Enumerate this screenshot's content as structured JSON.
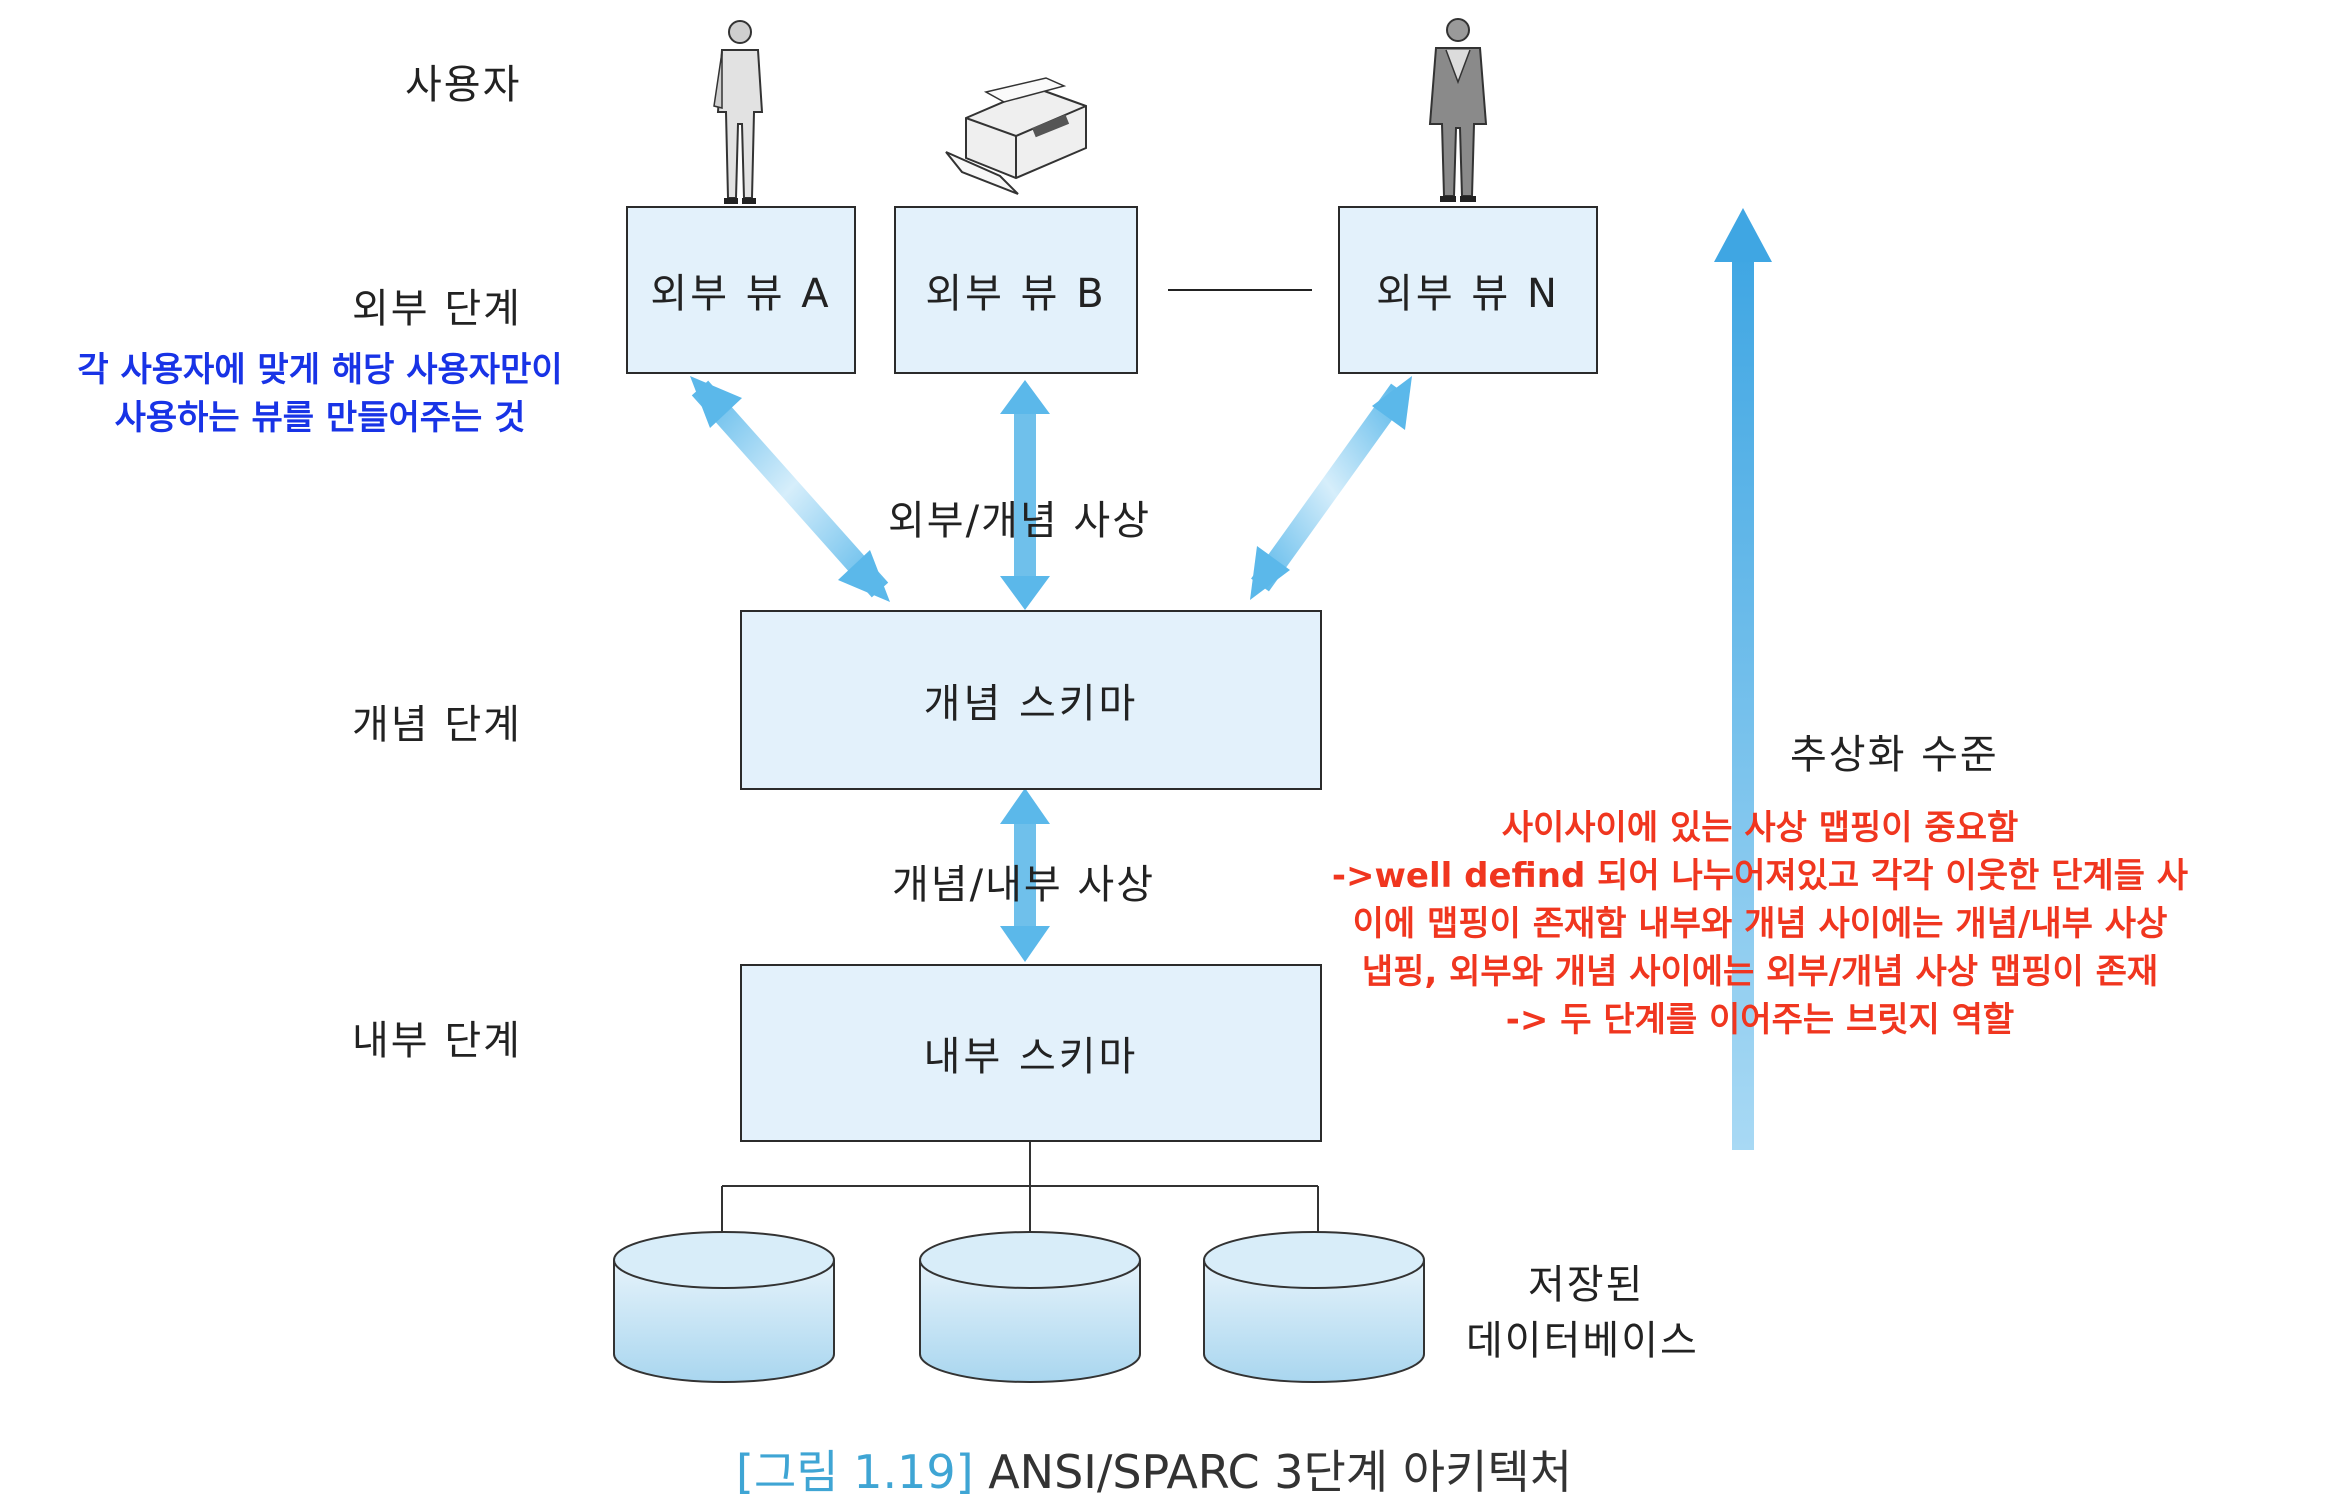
{
  "levels": {
    "user": "사용자",
    "external": "외부 단계",
    "conceptual": "개념 단계",
    "internal": "내부 단계"
  },
  "external_views": [
    "외부 뷰 A",
    "외부 뷰 B",
    "외부 뷰 N"
  ],
  "mappings": {
    "external_conceptual": "외부/개념 사상",
    "conceptual_internal": "개념/내부 사상"
  },
  "schemas": {
    "conceptual": "개념 스키마",
    "internal": "내부 스키마"
  },
  "storage": {
    "line1": "저장된",
    "line2": "데이터베이스"
  },
  "abstraction_label": "추상화 수준",
  "notes": {
    "blue": [
      "각 사용자에 맞게 해당 사용자만이",
      "사용하는 뷰를 만들어주는 것"
    ],
    "red": [
      "사이사이에 있는 사상 맵핑이 중요함",
      "->well defind 되어 나누어져있고 각각 이웃한 단계들 사",
      "이에 맵핑이 존재함 내부와 개념 사이에는 개념/내부 사상",
      "냅핑, 외부와 개념 사이에는 외부/개념 사상 맵핑이 존재",
      "-> 두 단계를 이어주는 브릿지 역할"
    ]
  },
  "caption": {
    "bracket": "[그림 1.19]",
    "text": "ANSI/SPARC 3단계 아키텍처"
  },
  "icons": [
    "person-icon",
    "printer-icon",
    "person-icon",
    "database-icon"
  ],
  "colors": {
    "box_fill": "#e3f1fb",
    "arrow": "#4aaee6",
    "note_blue": "#1833e6",
    "note_red": "#f0361f",
    "caption_bracket": "#3fa5d4"
  }
}
